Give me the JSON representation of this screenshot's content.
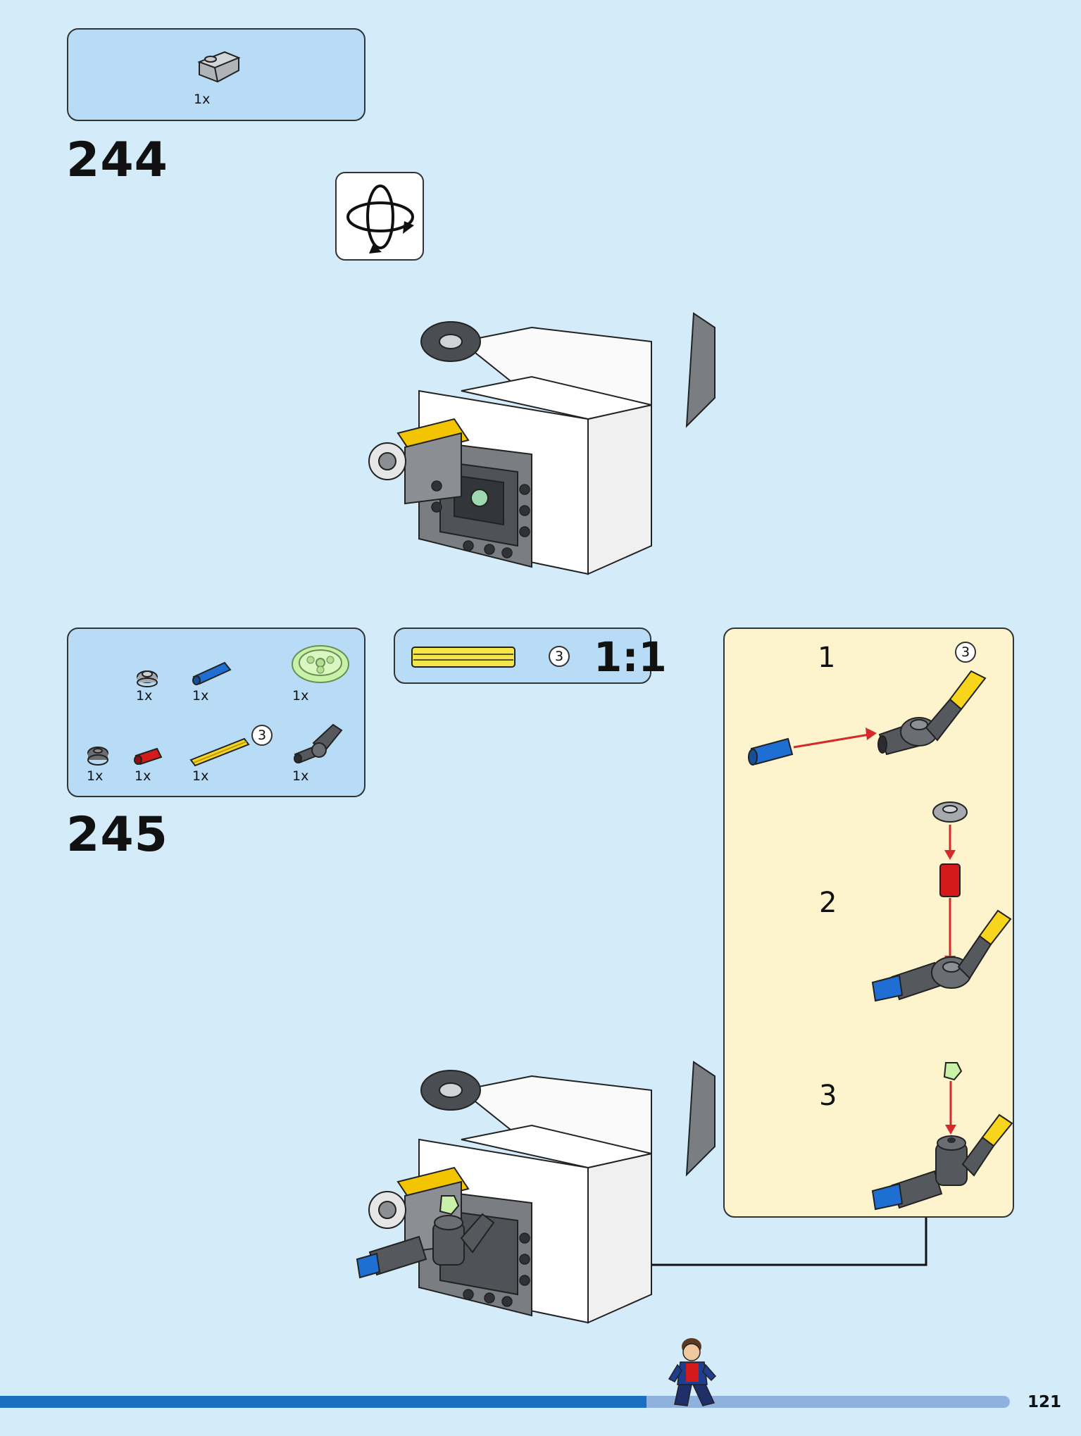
{
  "steps": [
    {
      "number": "244",
      "parts": [
        {
          "name": "grey-inverted-slope-brick",
          "qty": "1x"
        }
      ],
      "callout": {
        "icon": "rotate-model-icon"
      }
    },
    {
      "number": "245",
      "parts": [
        {
          "name": "grey-round-plate",
          "qty": "1x"
        },
        {
          "name": "blue-axle-pin",
          "qty": "1x"
        },
        {
          "name": "trans-green-wheel-hub",
          "qty": "1x"
        },
        {
          "name": "dark-grey-round-plate",
          "qty": "1x"
        },
        {
          "name": "red-pin",
          "qty": "1x"
        },
        {
          "name": "yellow-axle",
          "qty": "1x",
          "length": "3"
        },
        {
          "name": "dark-grey-angle-connector",
          "qty": "1x"
        }
      ],
      "scale_check": {
        "length": "3",
        "scale": "1:1"
      },
      "substeps": [
        {
          "number": "1",
          "length": "3"
        },
        {
          "number": "2"
        },
        {
          "number": "3"
        }
      ]
    }
  ],
  "footer": {
    "page_number": "121",
    "progress": 0.64
  },
  "colors": {
    "page_bg": "#d4ebfa",
    "parts_panel": "#b8dcf6",
    "substep_panel": "#fdf3cd",
    "progress_done": "#1a6fc2",
    "progress_todo": "#8fb1de",
    "arrow_red": "#d42a2a"
  }
}
